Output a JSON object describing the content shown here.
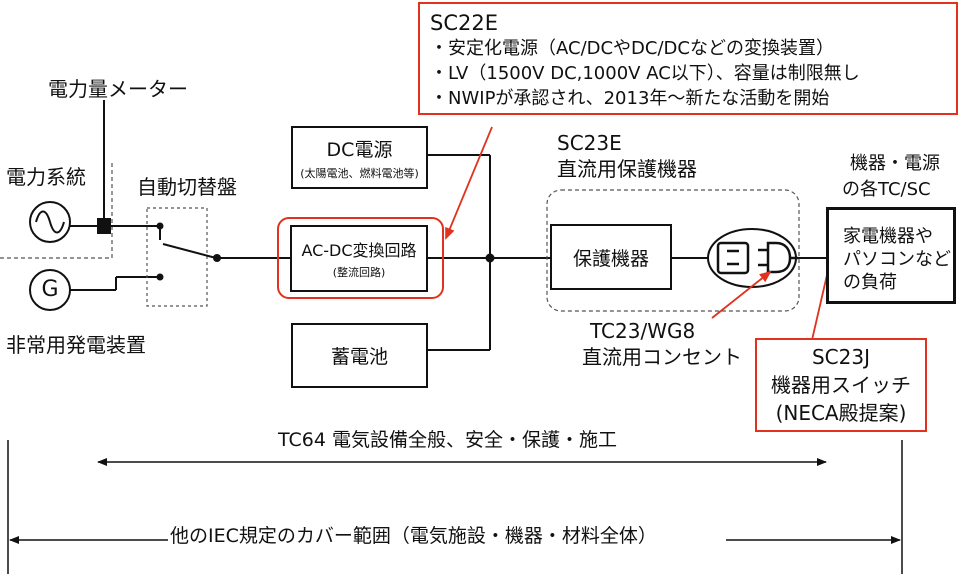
{
  "colors": {
    "accent": "#e0321e",
    "line": "#111111",
    "box_border": "#111111",
    "dashed": "#555555"
  },
  "icons": {
    "ac_source": "ac-sine-icon",
    "generator": "generator-icon",
    "switch": "switch-icon",
    "outlet": "dc-outlet-icon",
    "plug": "plug-icon"
  },
  "callout_sc22e": {
    "title": "SC22E",
    "lines": [
      "・安定化電源（AC/DCやDC/DCなどの変換装置）",
      "・LV（1500V DC,1000V AC以下）、容量は制限無し",
      "・NWIPが承認され、2013年～新たな活動を開始"
    ]
  },
  "meter_label": "電力量メーター",
  "grid_label": "電力系統",
  "generator_letter": "G",
  "generator_label": "非常用発電装置",
  "transfer_switch_label": "自動切替盤",
  "dc_source": {
    "title": "DC電源",
    "sub": "(太陽電池、燃料電池等)"
  },
  "acdc": {
    "title": "AC-DC変換回路",
    "sub": "(整流回路)"
  },
  "battery_label": "蓄電池",
  "sc23e": {
    "title": "SC23E",
    "subtitle": "直流用保護機器"
  },
  "protection_label": "保護機器",
  "tc23": {
    "line1": "TC23/WG8",
    "line2": "直流用コンセント"
  },
  "equipment_header": {
    "line1": "機器・電源",
    "line2": "の各TC/SC"
  },
  "load_box": {
    "lines": [
      "家電機器や",
      "パソコンなど",
      "の負荷"
    ]
  },
  "sc23j": {
    "lines": [
      "SC23J",
      "機器用スイッチ",
      "(NECA殿提案)"
    ]
  },
  "tc64_label": "TC64 電気設備全般、安全・保護・施工",
  "iec_label": "他のIEC規定のカバー範囲（電気施設・機器・材料全体）"
}
